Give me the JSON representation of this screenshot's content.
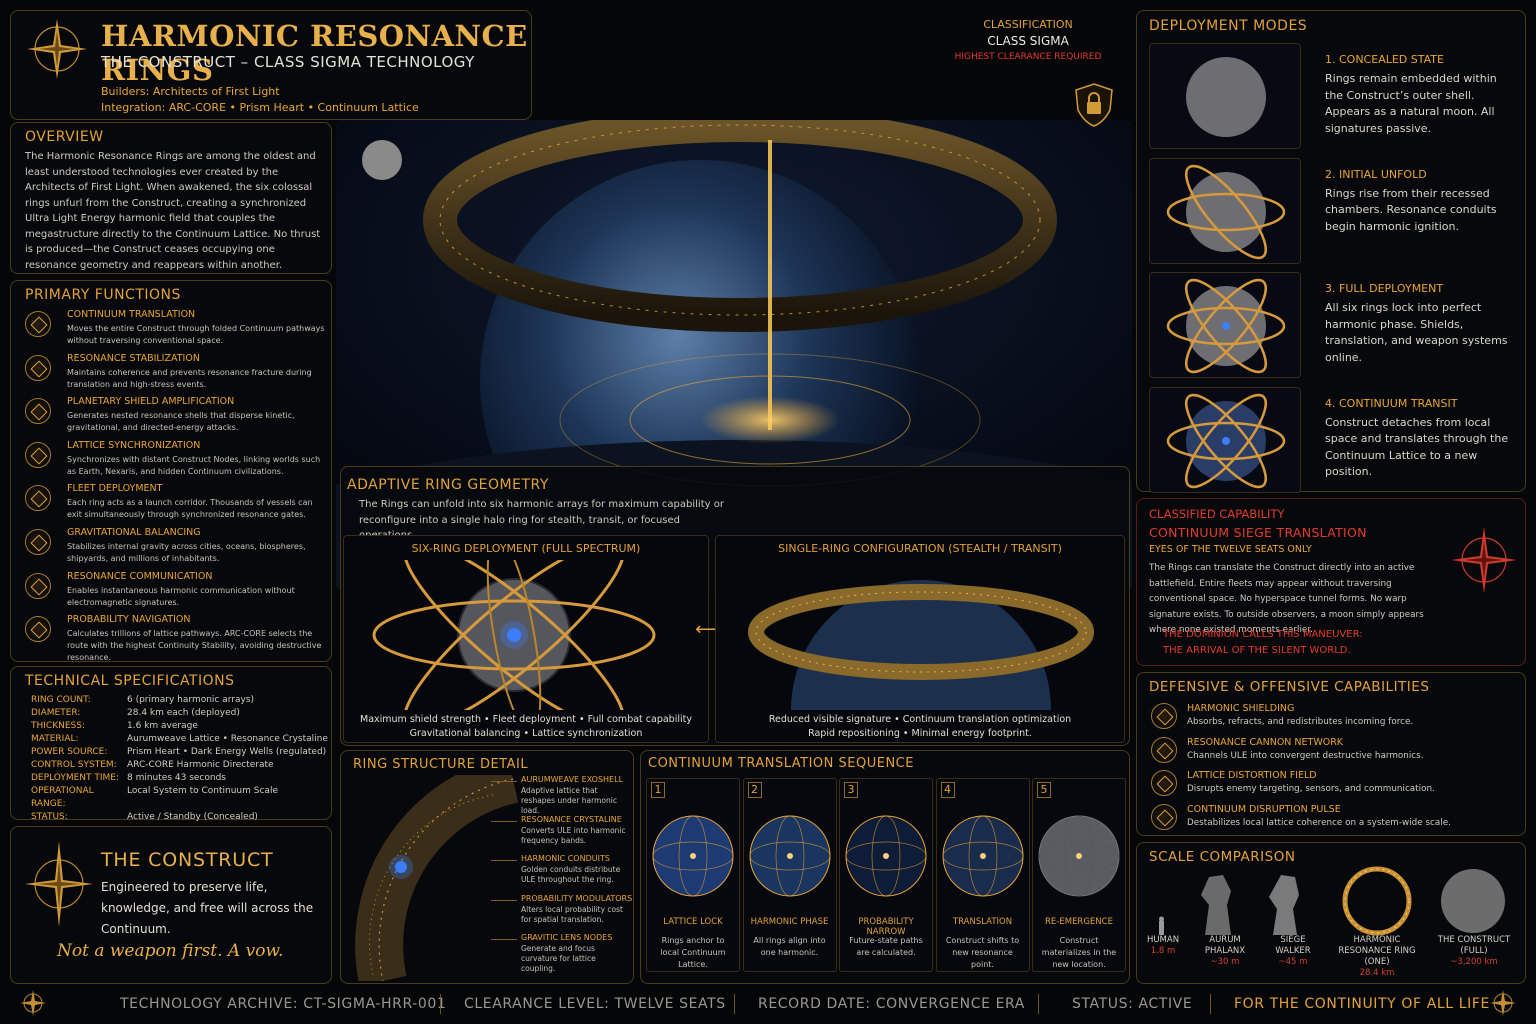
{
  "header": {
    "title": "HARMONIC RESONANCE RINGS",
    "subtitle": "THE CONSTRUCT – CLASS SIGMA TECHNOLOGY",
    "builders": "Builders: Architects of First Light",
    "integration": "Integration: ARC-CORE • Prism Heart • Continuum Lattice"
  },
  "classification": {
    "label": "CLASSIFICATION",
    "value": "CLASS SIGMA",
    "clearance": "HIGHEST CLEARANCE REQUIRED"
  },
  "overview": {
    "heading": "OVERVIEW",
    "text": "The Harmonic Resonance Rings are among the oldest and least understood technologies ever created by the Architects of First Light. When awakened, the six colossal rings unfurl from the Construct, creating a synchronized Ultra Light Energy harmonic field that couples the megastructure directly to the Continuum Lattice. No thrust is produced—the Construct ceases occupying one resonance geometry and reappears within another."
  },
  "primary_functions": {
    "heading": "PRIMARY FUNCTIONS",
    "items": [
      {
        "title": "CONTINUUM TRANSLATION",
        "desc": "Moves the entire Construct through folded Continuum pathways without traversing conventional space."
      },
      {
        "title": "RESONANCE STABILIZATION",
        "desc": "Maintains coherence and prevents resonance fracture during translation and high-stress events."
      },
      {
        "title": "PLANETARY SHIELD AMPLIFICATION",
        "desc": "Generates nested resonance shells that disperse kinetic, gravitational, and directed-energy attacks."
      },
      {
        "title": "LATTICE SYNCHRONIZATION",
        "desc": "Synchronizes with distant Construct Nodes, linking worlds such as Earth, Nexaris, and hidden Continuum civilizations."
      },
      {
        "title": "FLEET DEPLOYMENT",
        "desc": "Each ring acts as a launch corridor. Thousands of vessels can exit simultaneously through synchronized resonance gates."
      },
      {
        "title": "GRAVITATIONAL BALANCING",
        "desc": "Stabilizes internal gravity across cities, oceans, biospheres, shipyards, and millions of inhabitants."
      },
      {
        "title": "RESONANCE COMMUNICATION",
        "desc": "Enables instantaneous harmonic communication without electromagnetic signatures."
      },
      {
        "title": "PROBABILITY NAVIGATION",
        "desc": "Calculates trillions of lattice pathways. ARC-CORE selects the route with the highest Continuity Stability, avoiding destructive resonance."
      }
    ]
  },
  "tech_specs": {
    "heading": "TECHNICAL SPECIFICATIONS",
    "rows": [
      {
        "k": "RING COUNT:",
        "v": "6 (primary harmonic arrays)"
      },
      {
        "k": "DIAMETER:",
        "v": "28.4 km each (deployed)"
      },
      {
        "k": "THICKNESS:",
        "v": "1.6 km average"
      },
      {
        "k": "MATERIAL:",
        "v": "Aurumweave Lattice • Resonance Crystaline"
      },
      {
        "k": "POWER SOURCE:",
        "v": "Prism Heart • Dark Energy Wells (regulated)"
      },
      {
        "k": "CONTROL SYSTEM:",
        "v": "ARC-CORE Harmonic Directerate"
      },
      {
        "k": "DEPLOYMENT TIME:",
        "v": "8 minutes 43 seconds"
      },
      {
        "k": "OPERATIONAL RANGE:",
        "v": "Local System to Continuum Scale"
      },
      {
        "k": "STATUS:",
        "v": "Active / Standby (Concealed)"
      }
    ]
  },
  "construct": {
    "heading": "THE CONSTRUCT",
    "text": "Engineered to preserve life, knowledge, and free will across the Continuum.",
    "motto": "Not a weapon first. A vow."
  },
  "adaptive": {
    "heading": "ADAPTIVE RING GEOMETRY",
    "text": "The Rings can unfold into six harmonic arrays for maximum capability or reconfigure into a single halo ring for stealth, transit, or focused operations.",
    "six": {
      "title": "SIX-RING DEPLOYMENT (FULL SPECTRUM)",
      "caption1": "Maximum shield strength • Fleet deployment • Full combat capability",
      "caption2": "Gravitational balancing • Lattice synchronization"
    },
    "single": {
      "title": "SINGLE-RING CONFIGURATION (STEALTH / TRANSIT)",
      "caption1": "Reduced visible signature • Continuum translation optimization",
      "caption2": "Rapid repositioning • Minimal energy footprint."
    },
    "arrow": "⟷"
  },
  "ring_structure": {
    "heading": "RING STRUCTURE DETAIL",
    "parts": [
      {
        "title": "AURUMWEAVE EXOSHELL",
        "desc": "Adaptive lattice that reshapes under harmonic load."
      },
      {
        "title": "RESONANCE CRYSTALINE",
        "desc": "Converts ULE into harmonic frequency bands."
      },
      {
        "title": "HARMONIC CONDUITS",
        "desc": "Golden conduits distribute ULE throughout the ring."
      },
      {
        "title": "PROBABILITY MODULATORS",
        "desc": "Alters local probability cost for spatial translation."
      },
      {
        "title": "GRAVITIC LENS NODES",
        "desc": "Generate and focus curvature for lattice coupling."
      }
    ]
  },
  "sequence": {
    "heading": "CONTINUUM TRANSLATION SEQUENCE",
    "steps": [
      {
        "n": "1",
        "title": "LATTICE LOCK",
        "desc": "Rings anchor to local Continuum Lattice."
      },
      {
        "n": "2",
        "title": "HARMONIC PHASE",
        "desc": "All rings align into one harmonic."
      },
      {
        "n": "3",
        "title": "PROBABILITY NARROW",
        "desc": "Future-state paths are calculated."
      },
      {
        "n": "4",
        "title": "TRANSLATION",
        "desc": "Construct shifts to new resonance point."
      },
      {
        "n": "5",
        "title": "RE-EMERGENCE",
        "desc": "Construct materializes in the new location."
      }
    ]
  },
  "deployment": {
    "heading": "DEPLOYMENT MODES",
    "modes": [
      {
        "title": "1. CONCEALED STATE",
        "desc": "Rings remain embedded within the Construct’s outer shell. Appears as a natural moon. All signatures passive."
      },
      {
        "title": "2. INITIAL UNFOLD",
        "desc": "Rings rise from their recessed chambers. Resonance conduits begin harmonic ignition."
      },
      {
        "title": "3. FULL DEPLOYMENT",
        "desc": "All six rings lock into perfect harmonic phase. Shields, translation, and weapon systems online."
      },
      {
        "title": "4. CONTINUUM TRANSIT",
        "desc": "Construct detaches from local space and translates through the Continuum Lattice to a new position."
      }
    ]
  },
  "classified": {
    "label": "CLASSIFIED CAPABILITY",
    "title": "CONTINUUM SIEGE TRANSLATION",
    "eyes": "EYES OF THE TWELVE SEATS ONLY",
    "text": "The Rings can translate the Construct directly into an active battlefield. Entire fleets may appear without traversing conventional space. No hyperspace tunnel forms. No warp signature exists. To outside observers, a moon simply appears where none existed moments earlier.",
    "quote1": "THE DOMINION CALLS THIS MANEUVER:",
    "quote2": "THE ARRIVAL OF THE SILENT WORLD."
  },
  "capabilities": {
    "heading": "DEFENSIVE & OFFENSIVE CAPABILITIES",
    "items": [
      {
        "title": "HARMONIC SHIELDING",
        "desc": "Absorbs, refracts, and redistributes incoming force."
      },
      {
        "title": "RESONANCE CANNON NETWORK",
        "desc": "Channels ULE into convergent destructive harmonics."
      },
      {
        "title": "LATTICE DISTORTION FIELD",
        "desc": "Disrupts enemy targeting, sensors, and communication."
      },
      {
        "title": "CONTINUUM DISRUPTION PULSE",
        "desc": "Destabilizes local lattice coherence on a system-wide scale."
      }
    ]
  },
  "scale": {
    "heading": "SCALE COMPARISON",
    "items": [
      {
        "label": "HUMAN",
        "value": "1.8 m"
      },
      {
        "label": "AURUM PHALANX",
        "value": "~30 m"
      },
      {
        "label": "SIEGE WALKER",
        "value": "~45 m"
      },
      {
        "label": "HARMONIC RESONANCE RING (ONE)",
        "value": "28.4 km"
      },
      {
        "label": "THE CONSTRUCT (FULL)",
        "value": "~3,200 km"
      }
    ]
  },
  "footer": {
    "archive": "TECHNOLOGY ARCHIVE: CT-SIGMA-HRR-001",
    "clearance": "CLEARANCE LEVEL: TWELVE SEATS",
    "record": "RECORD DATE: CONVERGENCE ERA",
    "status": "STATUS: ACTIVE",
    "motto": "FOR THE CONTINUITY OF ALL LIFE"
  },
  "icons": {
    "compass": "compass-star-icon",
    "lock": "lock-icon"
  },
  "colors": {
    "gold": "#e9a635",
    "red": "#e23b2f",
    "background": "#050608"
  }
}
